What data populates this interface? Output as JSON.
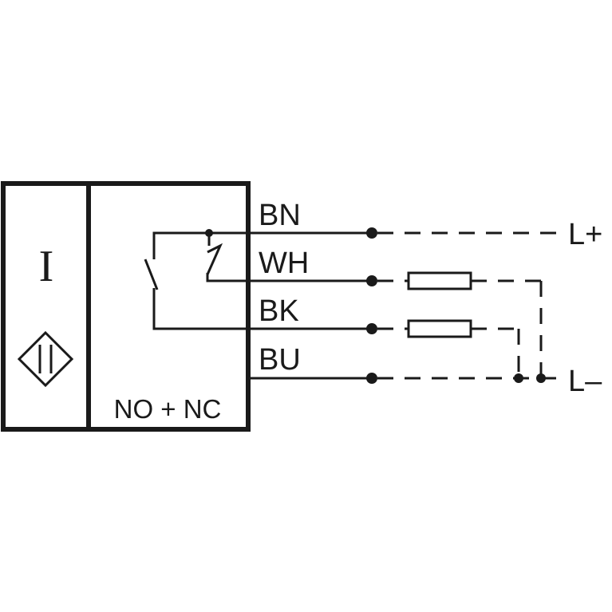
{
  "sensor": {
    "function_symbol": "I",
    "output_type": "NO + NC"
  },
  "wires": [
    {
      "code": "BN"
    },
    {
      "code": "WH"
    },
    {
      "code": "BK"
    },
    {
      "code": "BU"
    }
  ],
  "supply": {
    "positive": "L+",
    "negative": "L–"
  },
  "colors": {
    "line": "#1a1a1a",
    "background": "#ffffff"
  },
  "icons": [
    "proximity-sensor-diamond-icon",
    "no-contact-switch-icon",
    "nc-contact-switch-icon",
    "load-resistor-icon"
  ]
}
